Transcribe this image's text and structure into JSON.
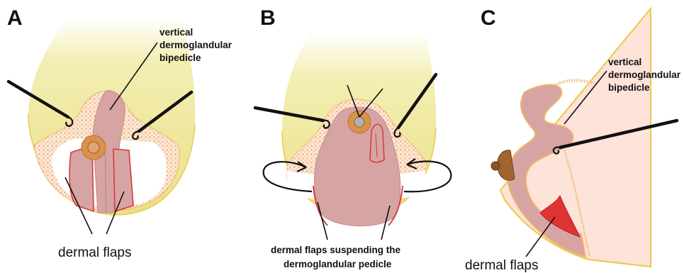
{
  "panels": [
    {
      "letter": "A",
      "labels": {
        "vertical_pedicle": [
          "vertical",
          "dermoglandular",
          "bipedicle"
        ],
        "flaps": "dermal flaps"
      }
    },
    {
      "letter": "B",
      "labels": {
        "flaps": [
          "dermal flaps suspending the",
          "dermoglandular pedicle"
        ]
      }
    },
    {
      "letter": "C",
      "labels": {
        "vertical_pedicle": [
          "vertical",
          "dermoglandular",
          "bipedicle"
        ],
        "flaps": "dermal flaps"
      }
    }
  ],
  "colors": {
    "breast_yellow": "#ece591",
    "tissue_pink": "#d6a3a3",
    "dermal_red": "#e02a2a",
    "areola": "#d7904c",
    "skin_fill": "#fde3d8",
    "fat_dots": "#f4b788"
  }
}
